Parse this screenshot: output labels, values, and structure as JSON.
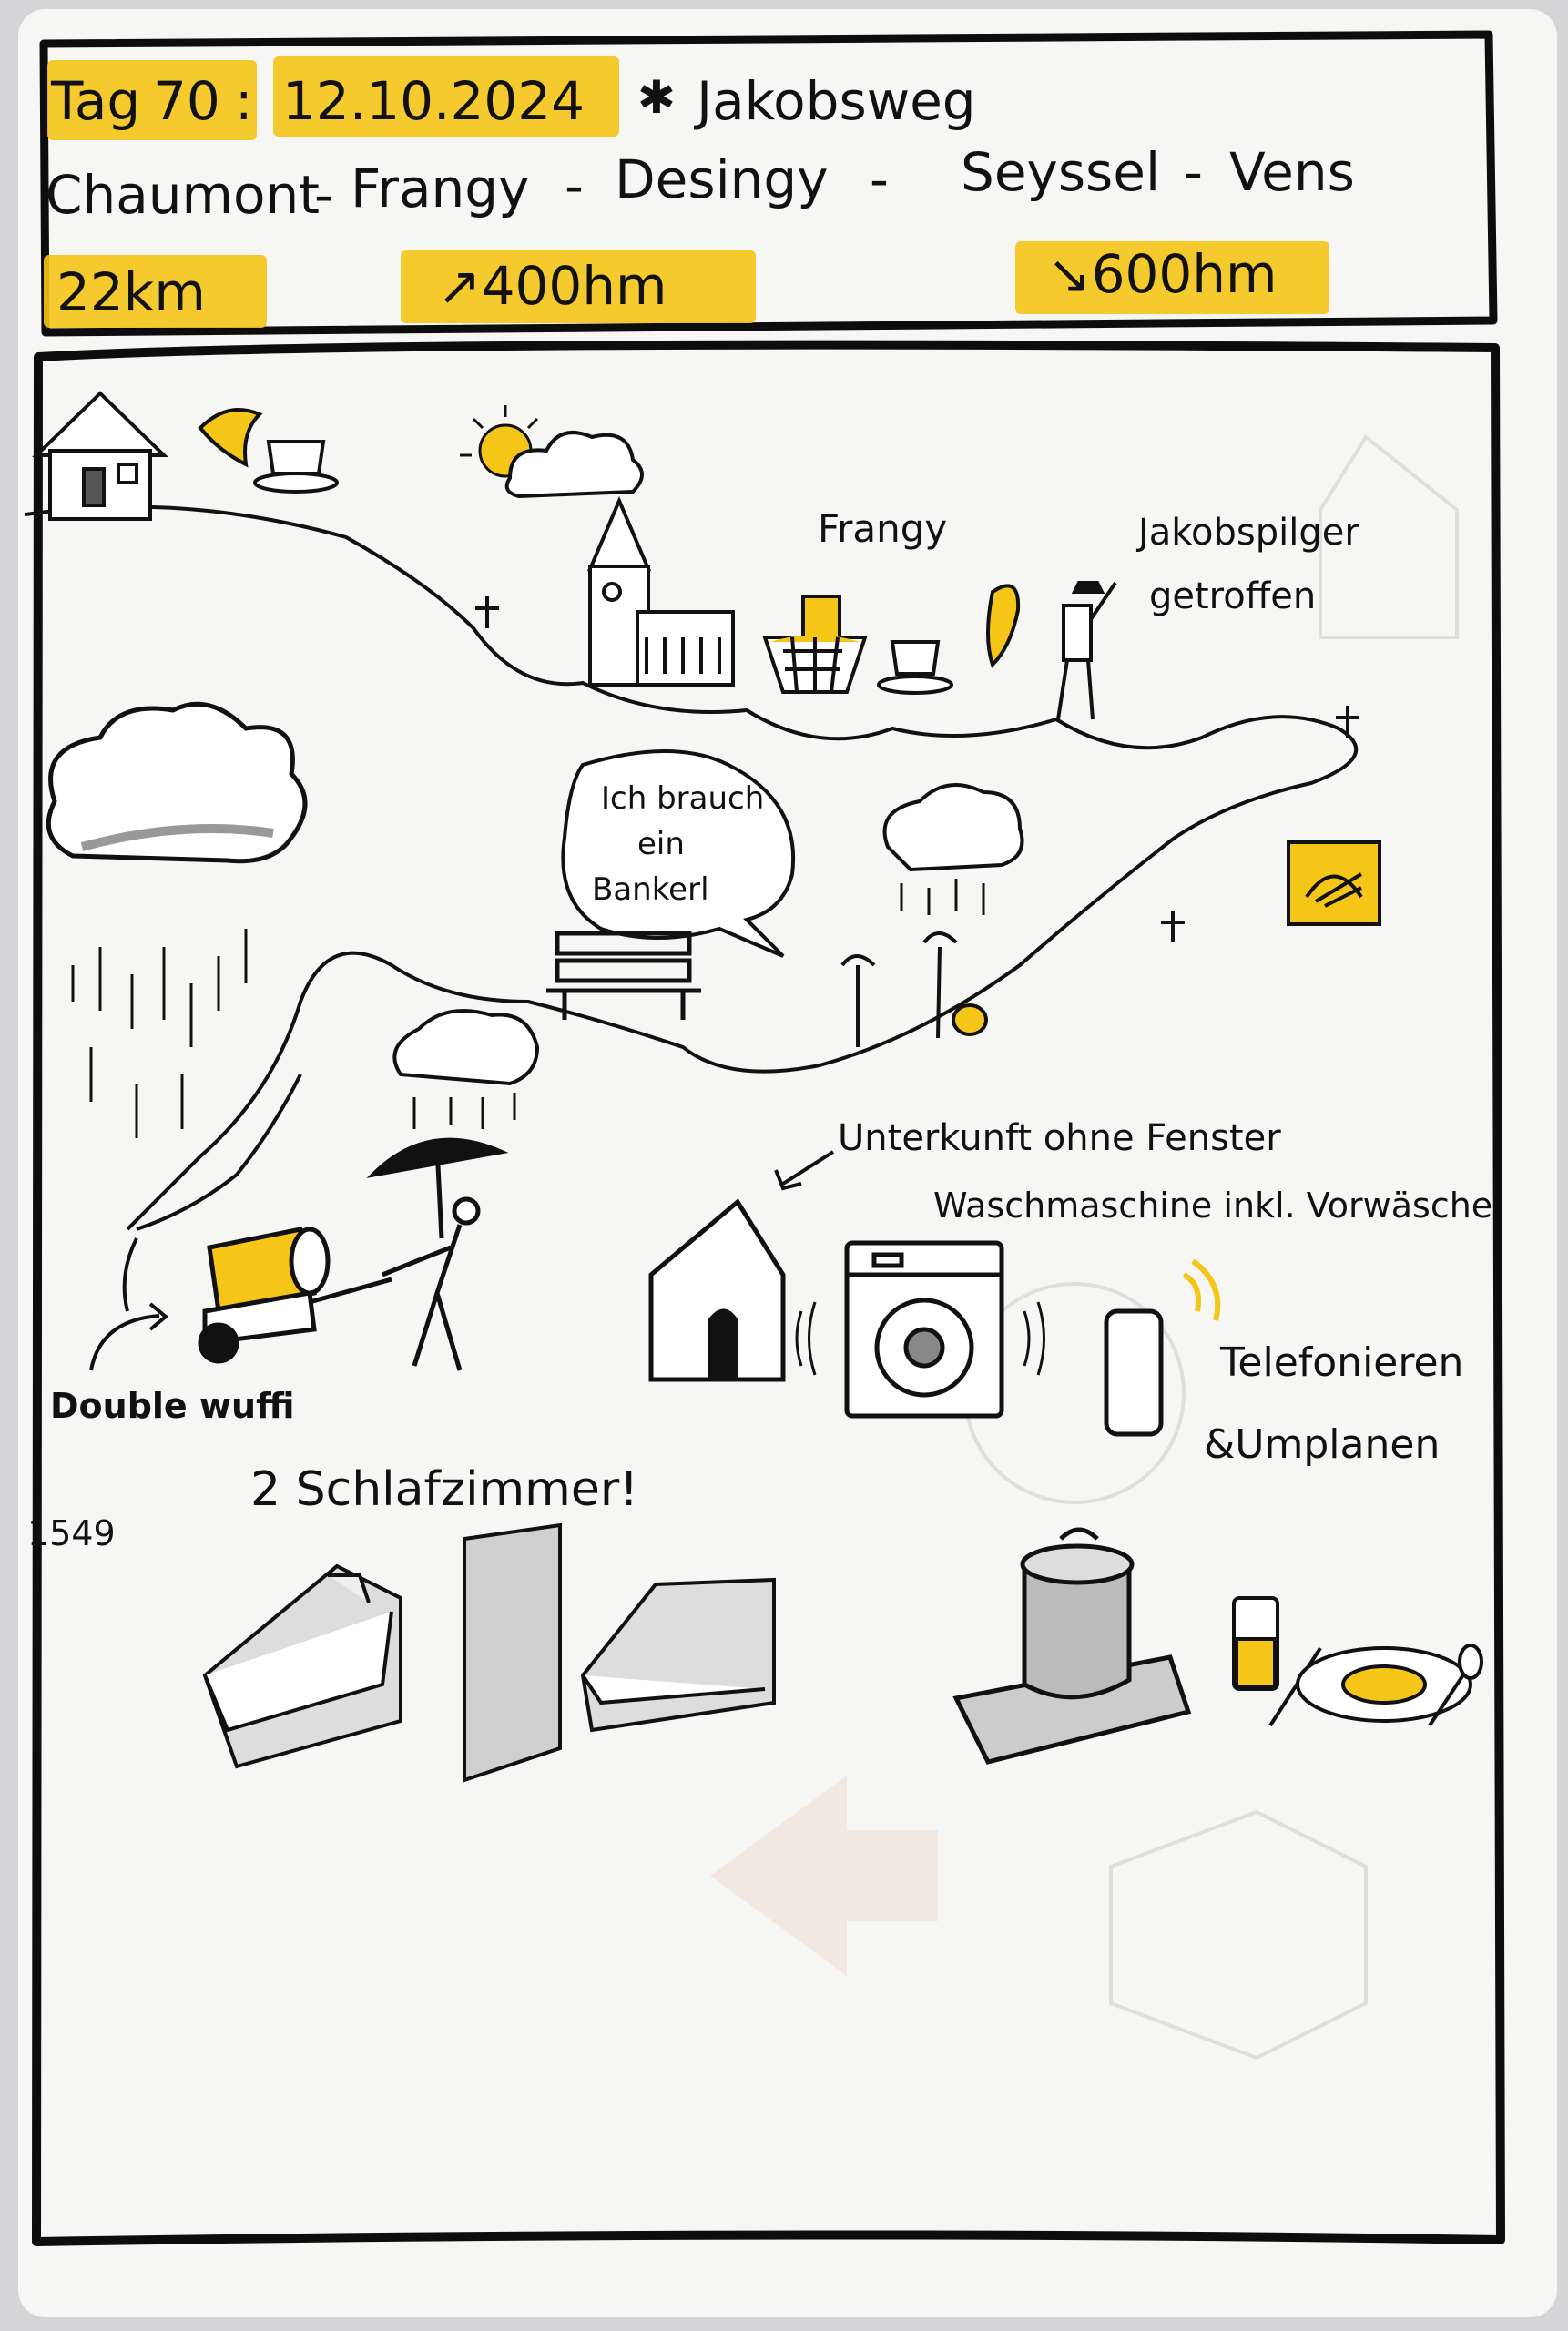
{
  "header": {
    "tag_label": "Tag",
    "day_number": "70",
    "colon": ":",
    "date": "12.10.2024",
    "shell_icon": "scallop-shell-icon",
    "title": "Jakobsweg",
    "route": [
      "Chaumont",
      "Frangy",
      "Desingy",
      "Seyssel",
      "Vens"
    ],
    "distance": "22km",
    "ascent": "↗400hm",
    "descent": "↘600hm"
  },
  "annotations": {
    "frangy": "Frangy",
    "pilgrim_line1": "Jakobspilger",
    "pilgrim_line2": "getroffen",
    "speech_line1": "Ich brauch",
    "speech_line2": "ein",
    "speech_line3": "Bankerl",
    "lodging": "Unterkunft ohne Fenster",
    "washing": "Waschmaschine inkl. Vorwäsche",
    "phone_line1": "Telefonieren",
    "phone_line2": "&Umplanen",
    "trailer": "Double wuffi",
    "bedrooms": "2 Schlafzimmer!",
    "page_number": "1549"
  },
  "colors": {
    "highlighter": "#f5c518",
    "ink": "#111111",
    "paper": "#f6f6f4",
    "border": "#0d0d0d"
  }
}
